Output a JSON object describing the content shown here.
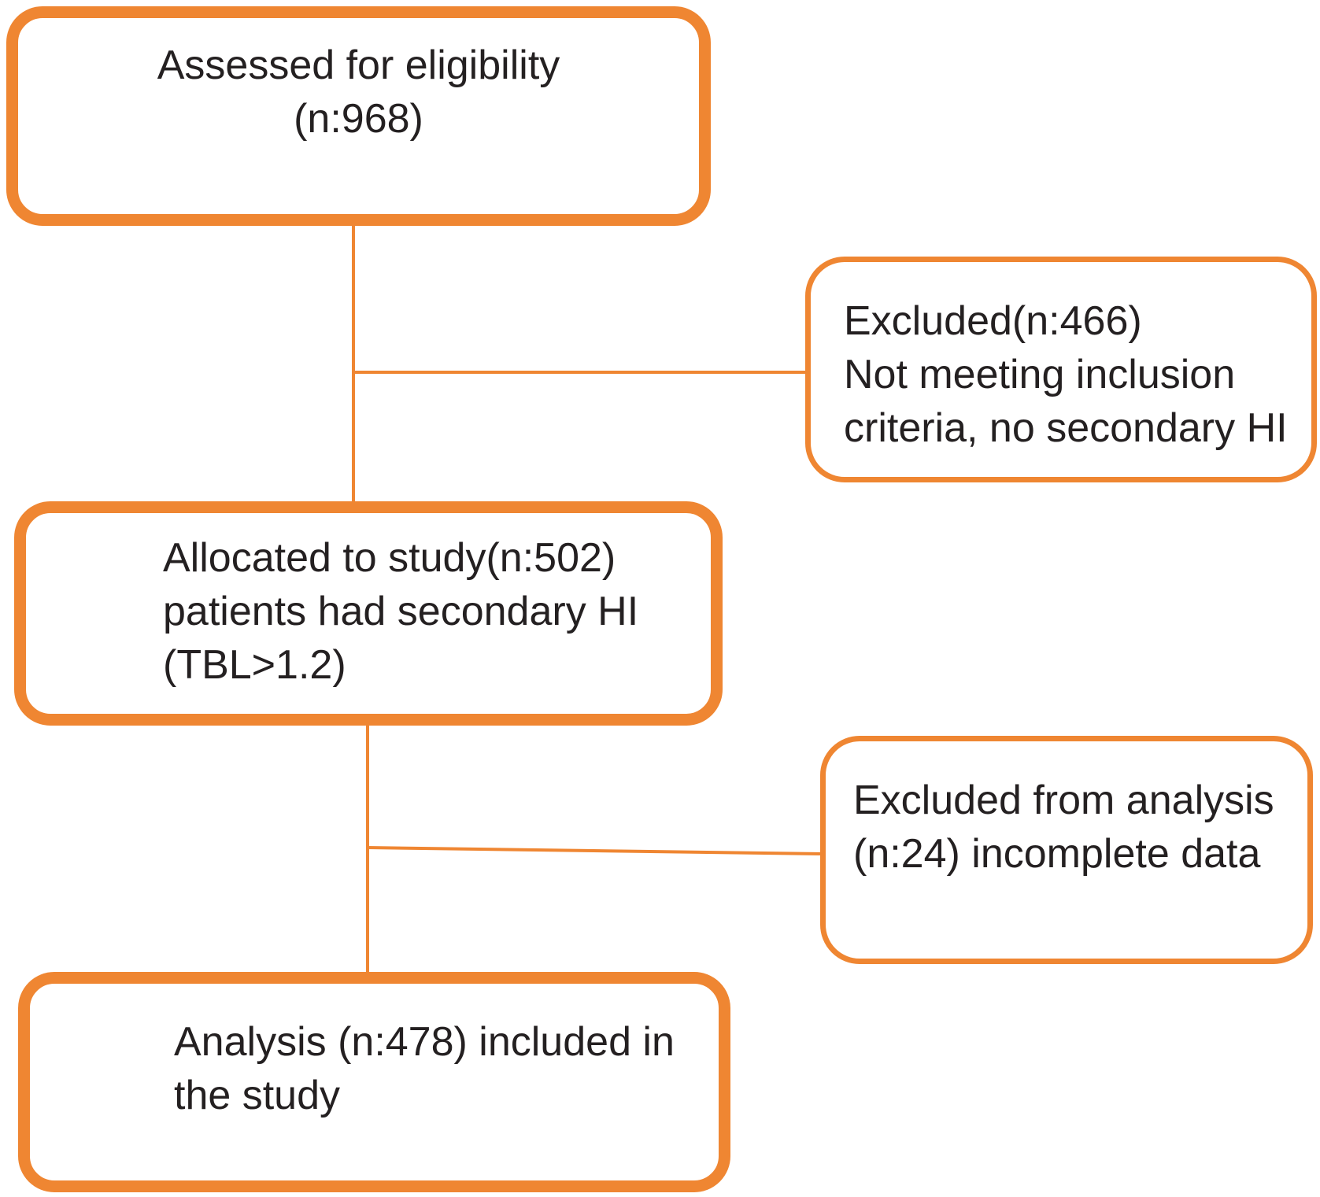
{
  "colors": {
    "accent": "#EF8632",
    "text": "#242021",
    "background": "#FFFFFF"
  },
  "flowchart": {
    "boxes": {
      "assessed": {
        "lines": [
          "Assessed for eligibility",
          "(n:968)"
        ]
      },
      "excluded": {
        "lines": [
          "Excluded(n:466)",
          "Not meeting inclusion",
          "criteria, no secondary HI"
        ]
      },
      "allocated": {
        "lines": [
          "Allocated to study(n:502)",
          "patients had secondary HI",
          "(TBL>1.2)"
        ]
      },
      "excluded_analysis": {
        "lines": [
          "Excluded from analysis",
          "(n:24) incomplete data"
        ]
      },
      "analysis": {
        "lines": [
          "Analysis (n:478) included in",
          "the study"
        ]
      }
    }
  }
}
